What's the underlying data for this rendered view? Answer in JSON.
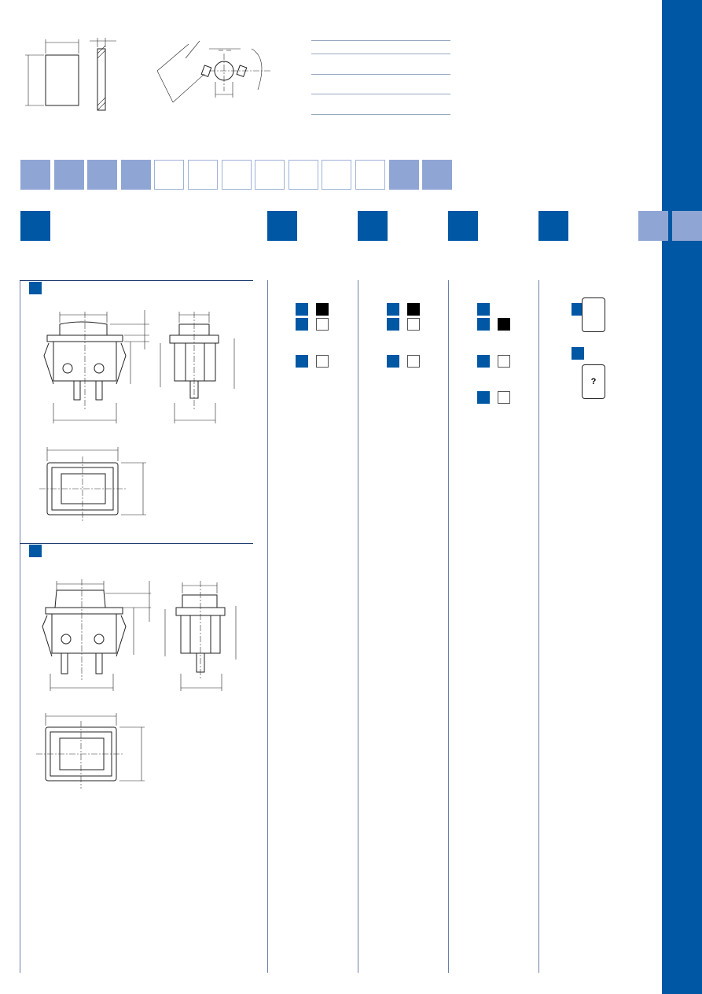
{
  "selector_strip": {
    "cells": [
      "filled",
      "filled",
      "filled",
      "filled",
      "empty",
      "empty",
      "empty",
      "empty",
      "empty",
      "empty",
      "empty",
      "filled",
      "filled"
    ]
  },
  "column_heads": [
    "blue",
    "blue",
    "blue",
    "blue",
    "blue",
    "light",
    "light"
  ],
  "option_columns": [
    {
      "rows": [
        {
          "swatch": "black"
        },
        {
          "swatch": "white"
        },
        {
          "swatch": "white"
        }
      ]
    },
    {
      "rows": [
        {
          "swatch": "black"
        },
        {
          "swatch": "white"
        },
        {
          "swatch": "white"
        }
      ]
    },
    {
      "rows": [
        {
          "swatch": "none"
        },
        {
          "swatch": "black"
        },
        {
          "swatch": "white"
        },
        {
          "swatch": "white"
        }
      ]
    }
  ],
  "marking_column": {
    "caps": [
      {
        "label": ""
      },
      {
        "label": "?"
      }
    ]
  },
  "colors": {
    "brand_blue": "#0057a4",
    "light_blue": "#8fa6d4",
    "swatch_black": "#000000",
    "swatch_white": "#ffffff"
  },
  "icons": [
    "panel-cutout-diagram",
    "mounting-angle-diagram",
    "rocker-switch-front-view",
    "rocker-switch-side-view",
    "cutout-outline-view"
  ]
}
